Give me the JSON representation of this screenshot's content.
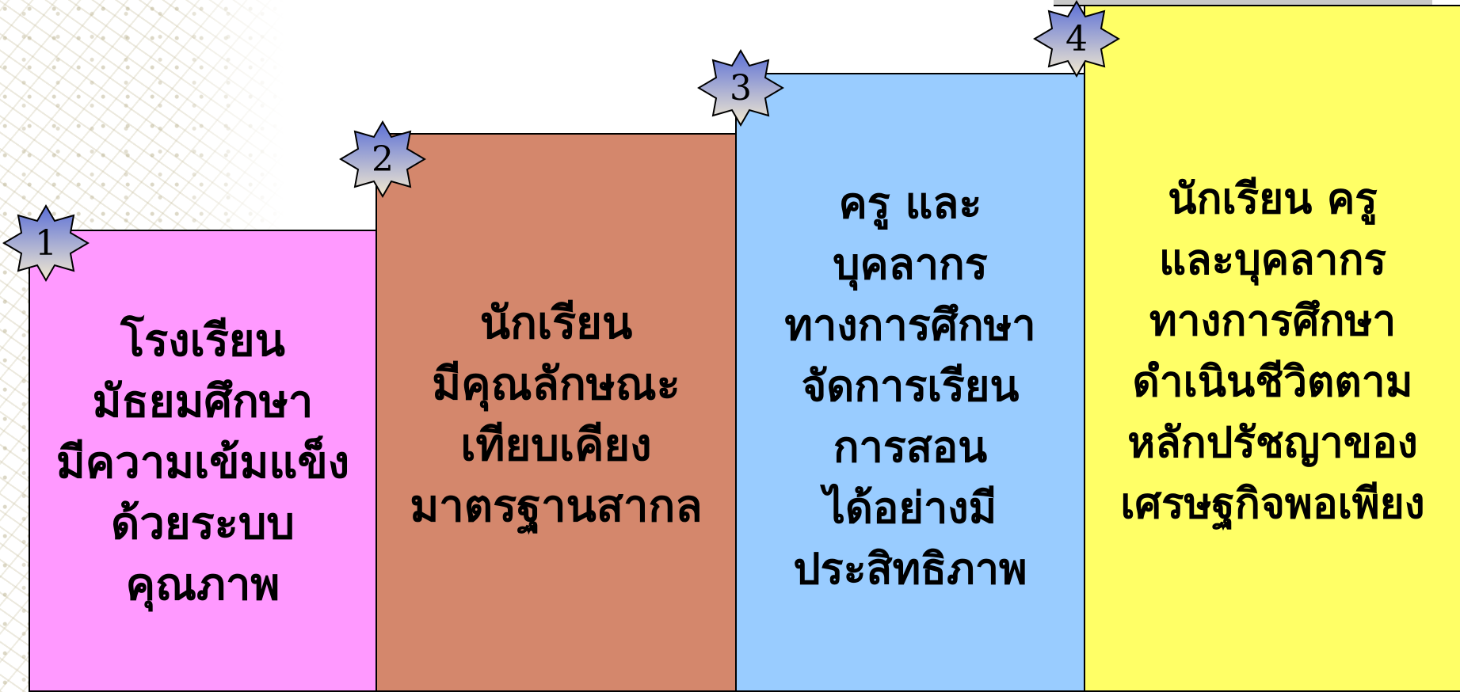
{
  "steps": [
    {
      "number": "1",
      "text": "โรงเรียน\nมัธยมศึกษา\nมีความเข้มแข็ง\nด้วยระบบ\nคุณภาพ",
      "color": "#ff99ff"
    },
    {
      "number": "2",
      "text": "นักเรียน\nมีคุณลักษณะ\nเทียบเคียง\nมาตรฐานสากล",
      "color": "#d4876c"
    },
    {
      "number": "3",
      "text": "ครู และ\nบุคลากร\nทางการศึกษา\nจัดการเรียน\nการสอน\nได้อย่างมี\nประสิทธิภาพ",
      "color": "#99ccff"
    },
    {
      "number": "4",
      "text": "นักเรียน ครู\nและบุคลากร\nทางการศึกษา\nดำเนินชีวิตตาม\nหลักปรัชญาของ\nเศรษฐกิจพอเพียง",
      "color": "#ffff66"
    }
  ],
  "badge_colors": {
    "top": "#5b6fd6",
    "bottom": "#f3ead0"
  }
}
